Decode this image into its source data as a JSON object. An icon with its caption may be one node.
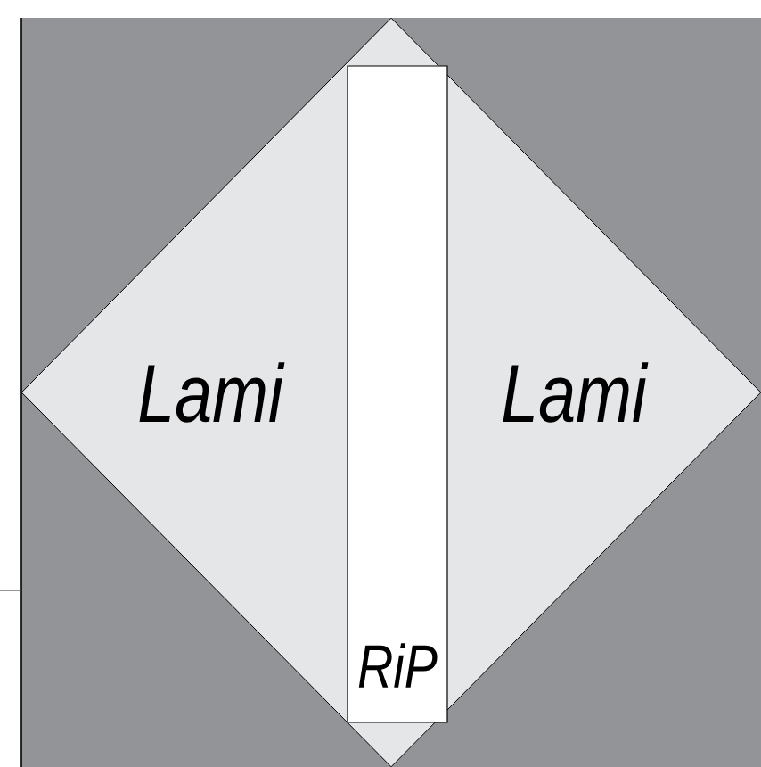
{
  "diagram": {
    "nodes": [
      {
        "text": [
          "Lami",
          "Lami"
        ]
      },
      {
        "text": [
          "RiP"
        ],
        "in": 0
      }
    ]
  }
}
